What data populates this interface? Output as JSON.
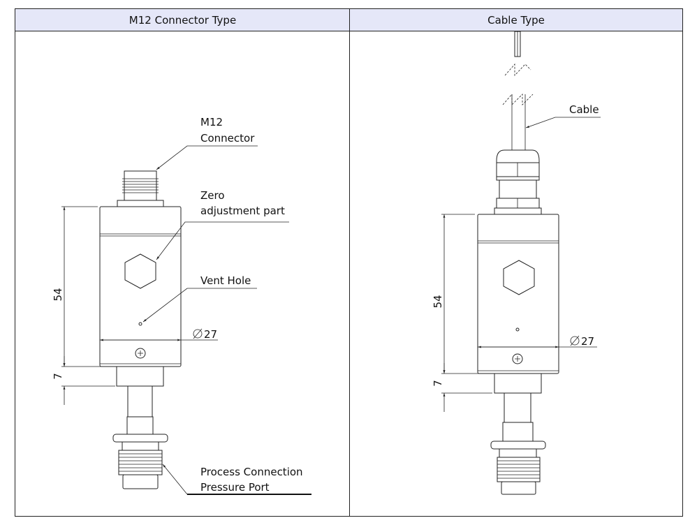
{
  "table": {
    "headers": [
      "M12 Connector Type",
      "Cable Type"
    ]
  },
  "m12_drawing": {
    "labels": {
      "connector_line1": "M12",
      "connector_line2": "Connector",
      "zero_line1": "Zero",
      "zero_line2": "adjustment part",
      "vent": "Vent Hole",
      "process_line1": "Process Connection",
      "process_line2": "Pressure Port"
    },
    "dimensions": {
      "height": "54",
      "stem": "7",
      "diameter": "27"
    }
  },
  "cable_drawing": {
    "labels": {
      "cable": "Cable"
    },
    "dimensions": {
      "height": "54",
      "stem": "7",
      "diameter": "27"
    }
  }
}
